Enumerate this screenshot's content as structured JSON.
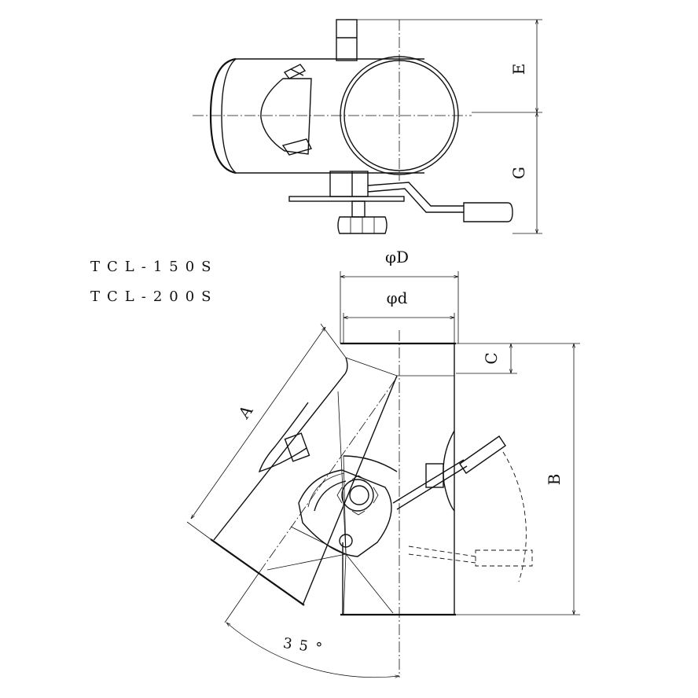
{
  "models": [
    "TCL-150S",
    "TCL-200S"
  ],
  "dimensions": {
    "E": "E",
    "G": "G",
    "outer_diameter": "φD",
    "inner_diameter": "φd",
    "C": "C",
    "A": "A",
    "B": "B",
    "angle": "35°"
  }
}
